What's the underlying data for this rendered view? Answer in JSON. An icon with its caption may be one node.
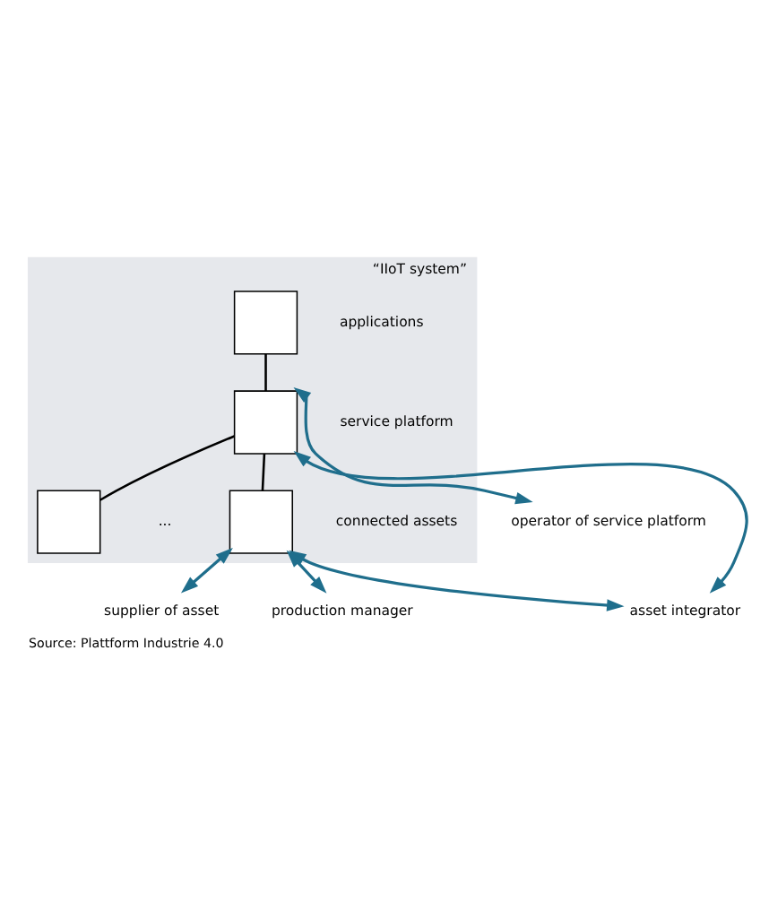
{
  "diagram": {
    "caption": "Source: Plattform Industrie 4.0",
    "nodes": [
      {
        "text": [
          "“IIoT system”"
        ]
      },
      {
        "text": [],
        "shape": "box",
        "in": 0,
        "beside": [
          "applications"
        ]
      },
      {
        "text": [],
        "shape": "box",
        "in": 0,
        "beside": [
          "service platform"
        ]
      },
      {
        "text": [],
        "shape": "box",
        "in": 0
      },
      {
        "text": [],
        "shape": "box",
        "in": 0,
        "beside": [
          "connected assets"
        ]
      },
      {
        "text": [
          "operator of service platform"
        ]
      },
      {
        "text": [
          "asset integrator"
        ]
      },
      {
        "text": [
          "supplier of asset"
        ]
      },
      {
        "text": [
          "production manager"
        ]
      }
    ],
    "edges": [
      {
        "from": 1,
        "to": 2,
        "arrow": "none",
        "color": "#000000"
      },
      {
        "from": 2,
        "to": 3,
        "arrow": "none",
        "color": "#000000"
      },
      {
        "from": 2,
        "to": 4,
        "arrow": "none",
        "color": "#000000"
      },
      {
        "from": 2,
        "to": 5,
        "arrow": "both"
      },
      {
        "from": 6,
        "to": 2,
        "arrow": "both"
      },
      {
        "from": 4,
        "to": 6,
        "arrow": "both"
      },
      {
        "from": 4,
        "to": 7,
        "arrow": "both"
      },
      {
        "from": 4,
        "to": 8,
        "arrow": "both"
      }
    ],
    "labels": [
      "..."
    ]
  }
}
